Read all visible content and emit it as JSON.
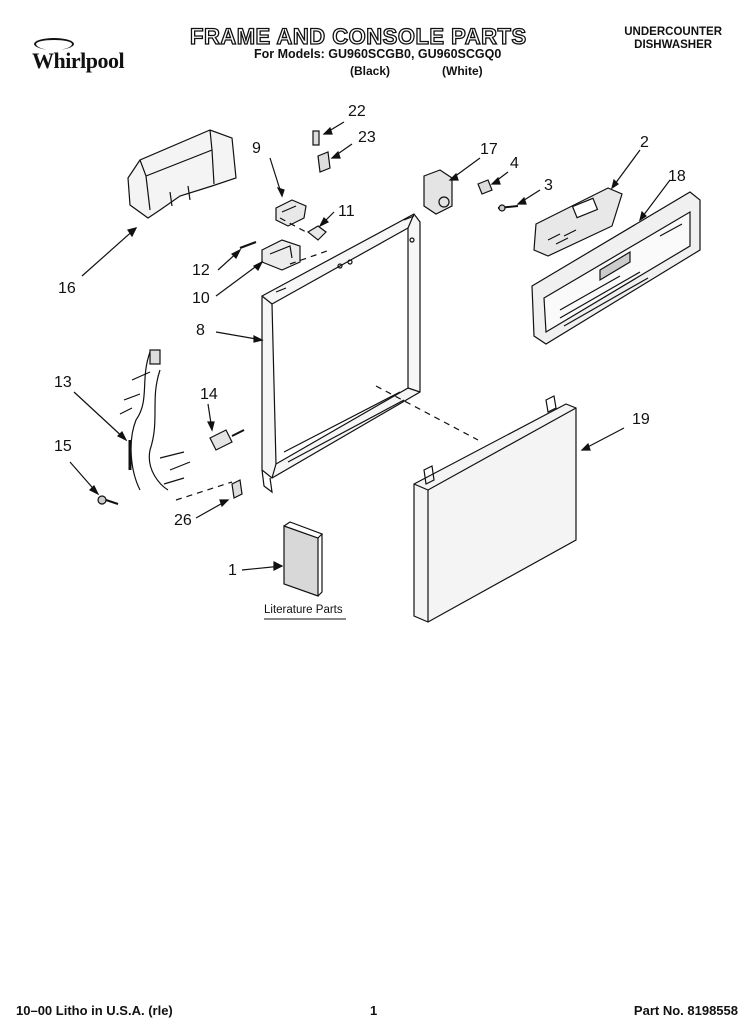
{
  "header": {
    "brand": "Whirlpool",
    "title": "FRAME AND CONSOLE PARTS",
    "models_line": "For Models: GU960SCGB0, GU960SCGQ0",
    "color_black": "(Black)",
    "color_white": "(White)",
    "product_line1": "UNDERCOUNTER",
    "product_line2": "DISHWASHER"
  },
  "callouts": {
    "c1": "1",
    "c2": "2",
    "c3": "3",
    "c4": "4",
    "c8": "8",
    "c9": "9",
    "c10": "10",
    "c11": "11",
    "c12": "12",
    "c13": "13",
    "c14": "14",
    "c15": "15",
    "c16": "16",
    "c17": "17",
    "c18": "18",
    "c19": "19",
    "c22": "22",
    "c23": "23",
    "c26": "26"
  },
  "literature_label": "Literature Parts",
  "footer": {
    "litho": "10–00 Litho in U.S.A. (rle)",
    "page": "1",
    "part_no": "Part No. 8198558"
  },
  "colors": {
    "ink": "#111111",
    "paper": "#ffffff"
  }
}
